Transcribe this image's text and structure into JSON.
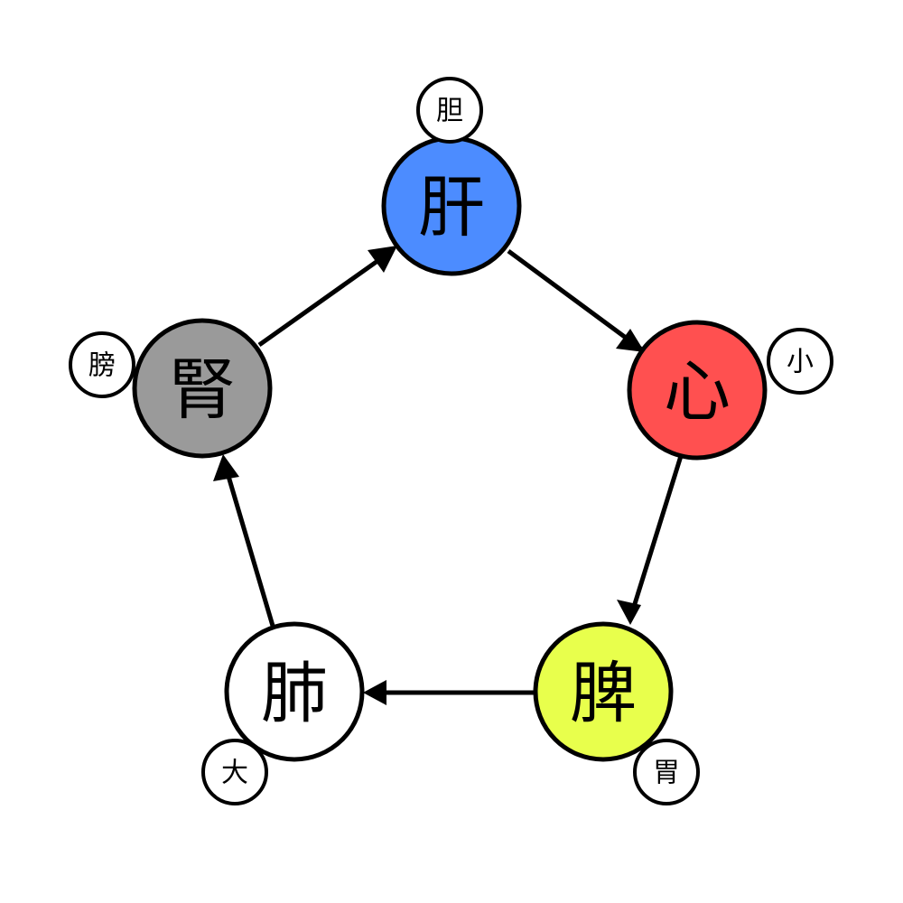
{
  "organs": [
    {
      "id": "liver",
      "label": "肝",
      "color": "#4c8cff",
      "sub_label": "胆"
    },
    {
      "id": "heart",
      "label": "心",
      "color": "#ff5050",
      "sub_label": "小"
    },
    {
      "id": "spleen",
      "label": "脾",
      "color": "#e8ff4c",
      "sub_label": "胃"
    },
    {
      "id": "lung",
      "label": "肺",
      "color": "#ffffff",
      "sub_label": "大"
    },
    {
      "id": "kidney",
      "label": "腎",
      "color": "#9a9a9a",
      "sub_label": "膀"
    }
  ],
  "cycle": [
    "liver",
    "heart",
    "spleen",
    "lung",
    "kidney",
    "liver"
  ]
}
